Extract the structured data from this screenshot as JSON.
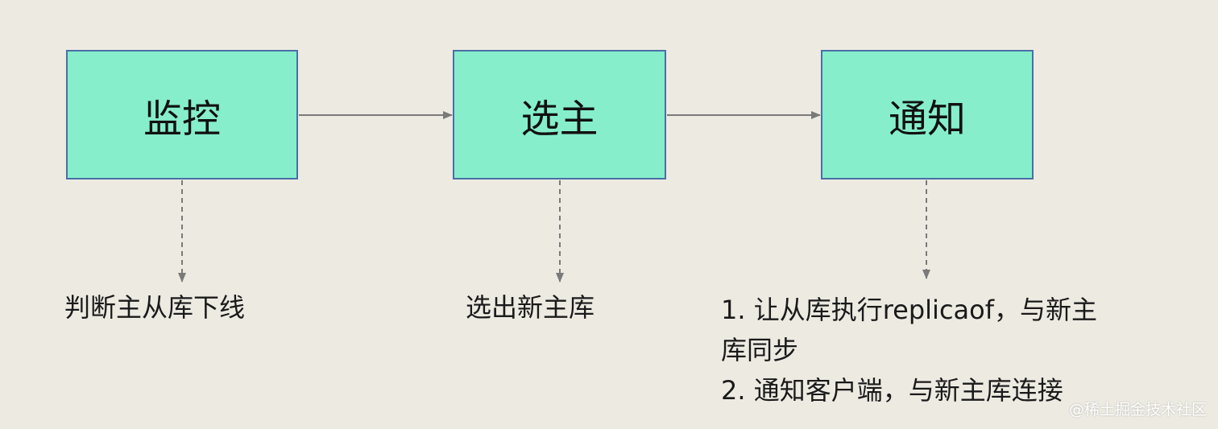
{
  "steps": [
    {
      "title": "监控",
      "description": "判断主从库下线"
    },
    {
      "title": "选主",
      "description": "选出新主库"
    },
    {
      "title": "通知",
      "description_lines": [
        "1. 让从库执行replicaof，与新主",
        "库同步",
        "2. 通知客户端，与新主库连接"
      ]
    }
  ],
  "watermark": "@稀土掘金技术社区",
  "colors": {
    "background": "#edeae2",
    "box_fill": "#86eecb",
    "box_border": "#4a6fa5",
    "arrow": "#7a7a7a"
  }
}
